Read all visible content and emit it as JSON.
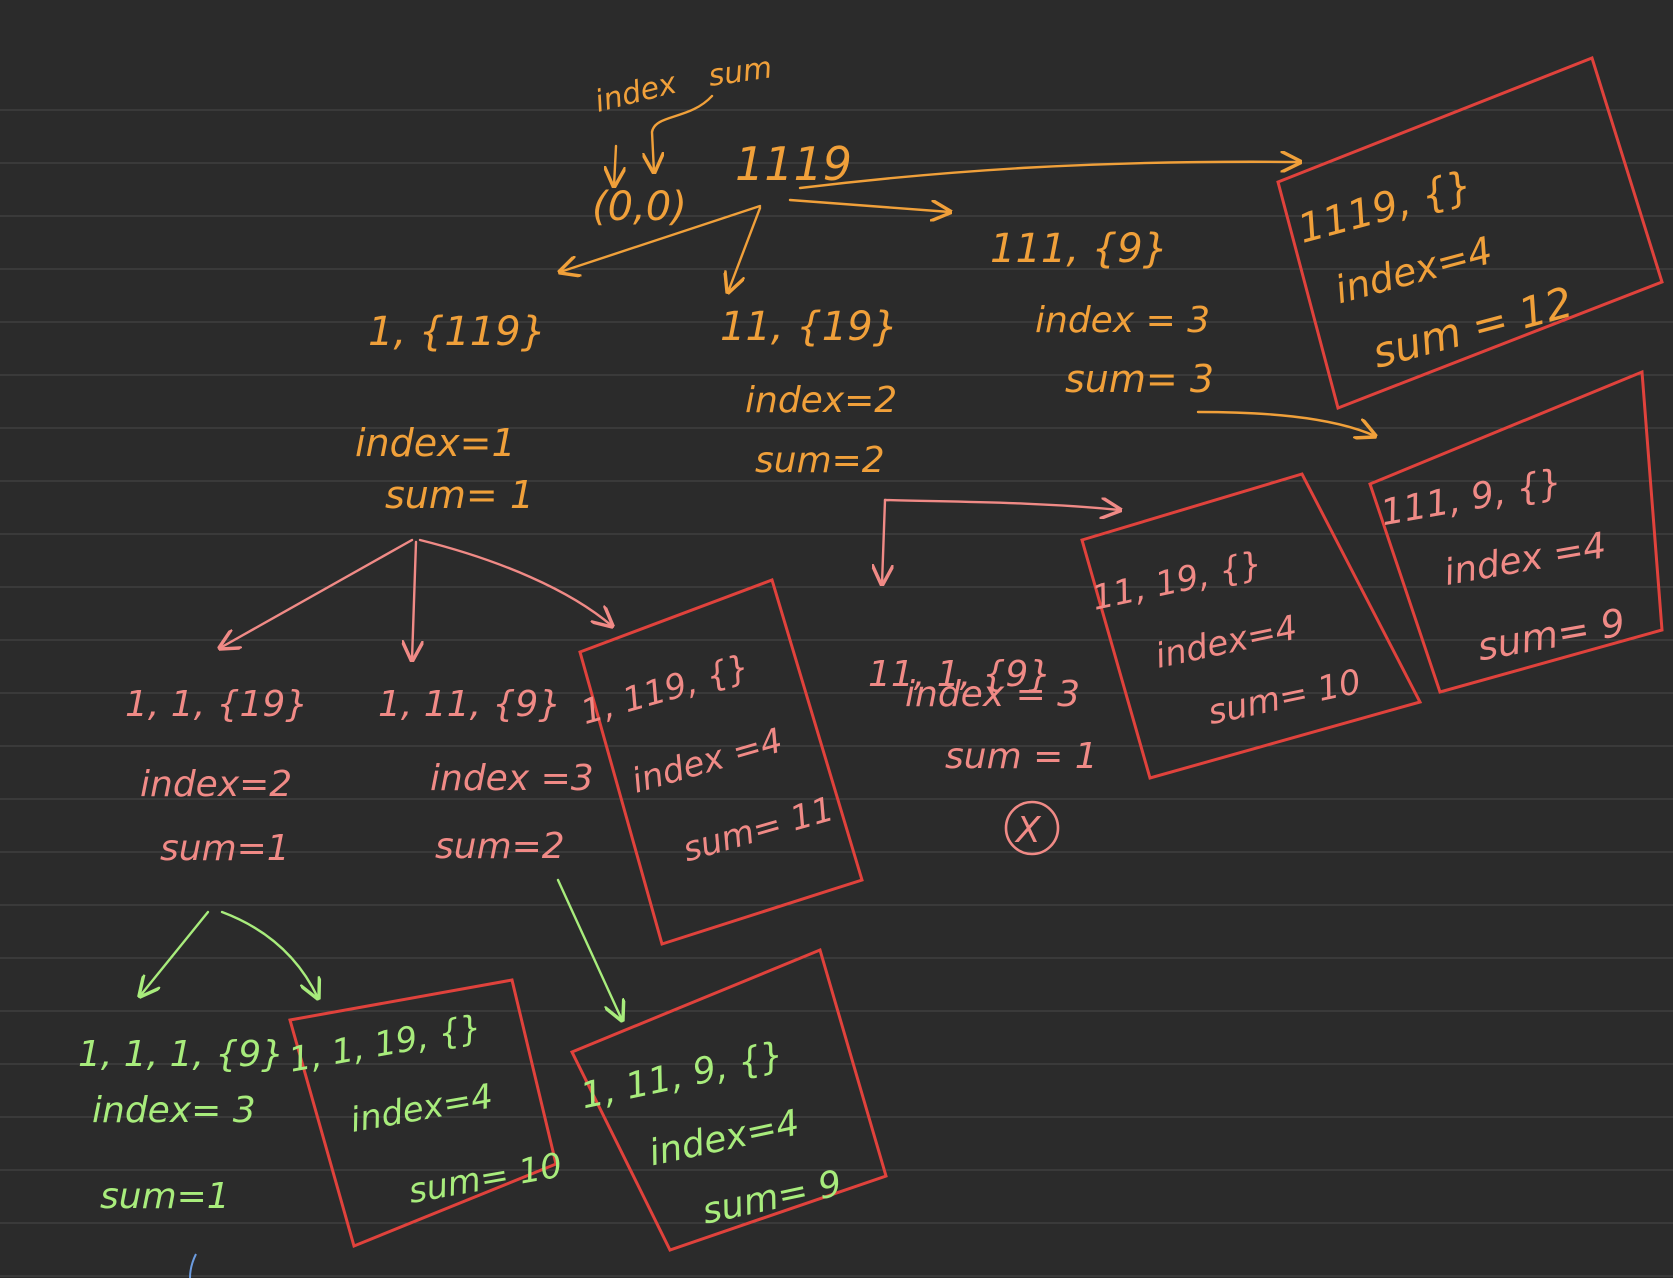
{
  "colors": {
    "background": "#2b2b2b",
    "ruled_line": "#4a4a4a",
    "orange": "#f0a03a",
    "pink": "#f08a86",
    "green": "#a8ec7c",
    "red_box": "#e0423c",
    "blue": "#6c9ce0"
  },
  "header": {
    "label_index": "index",
    "label_sum": "sum",
    "pair": "(0,0)",
    "root": "1119"
  },
  "level1": [
    {
      "id": "n1",
      "set": "1, {119}",
      "index": "index=1",
      "sum": "sum= 1"
    },
    {
      "id": "n2",
      "set": "11, {19}",
      "index": "index=2",
      "sum": "sum=2"
    },
    {
      "id": "n3",
      "set": "111, {9}",
      "index": "index = 3",
      "sum": "sum= 3"
    },
    {
      "id": "n4",
      "set": "1119, {}",
      "index": "index=4",
      "sum": "sum = 12"
    }
  ],
  "level2": [
    {
      "id": "n5",
      "set": "1, 1, {19}",
      "index": "index=2",
      "sum": "sum=1"
    },
    {
      "id": "n6",
      "set": "1, 11, {9}",
      "index": "index =3",
      "sum": "sum=2"
    },
    {
      "id": "n7",
      "set": "1, 119, {}",
      "index": "index =4",
      "sum": "sum= 11"
    },
    {
      "id": "n8",
      "set": "11, 1, {9}",
      "index": "index = 3",
      "sum": "sum = 1"
    },
    {
      "id": "n9",
      "set": "11, 19, {}",
      "index": "index=4",
      "sum": "sum= 10"
    },
    {
      "id": "n10",
      "set": "111, 9, {}",
      "index": "index =4",
      "sum": "sum= 9"
    }
  ],
  "level3": [
    {
      "id": "n11",
      "set": "1, 1, 1, {9}",
      "index": "index= 3",
      "sum": "sum=1"
    },
    {
      "id": "n12",
      "set": "1, 1, 19, {}",
      "index": "index=4",
      "sum": "sum= 10"
    },
    {
      "id": "n13",
      "set": "1, 11, 9, {}",
      "index": "index=4",
      "sum": "sum= 9"
    }
  ],
  "marker": "X"
}
